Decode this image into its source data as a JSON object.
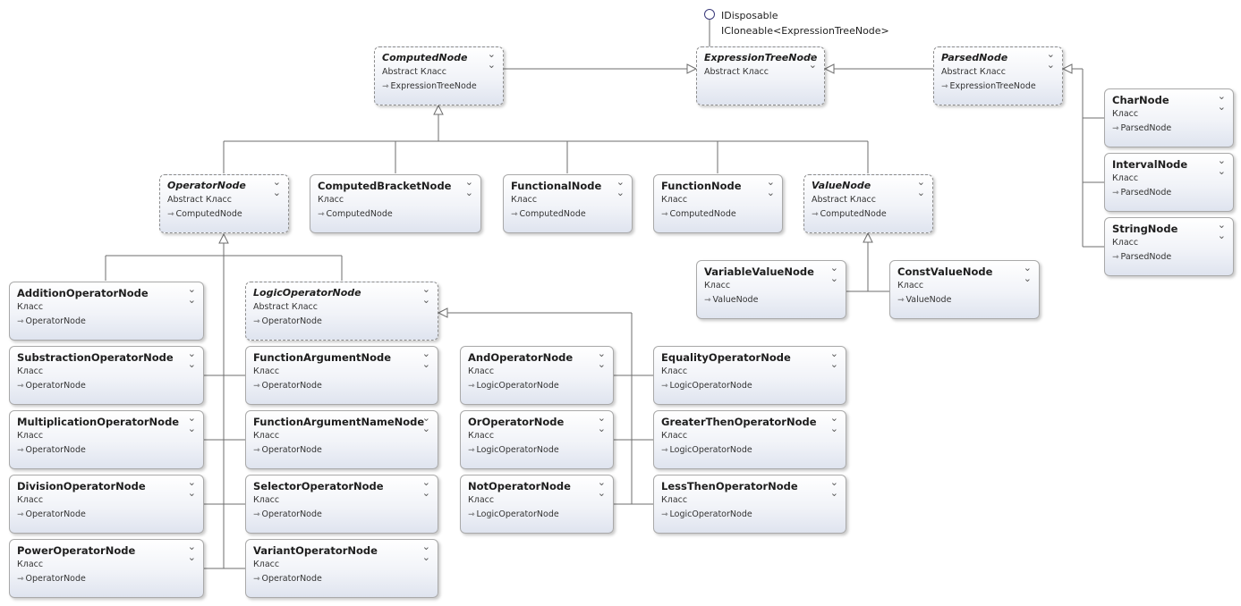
{
  "interfaces": [
    "IDisposable",
    "ICloneable<ExpressionTreeNode>"
  ],
  "nodes": [
    {
      "id": "expressiontreenode",
      "name": "ExpressionTreeNode",
      "kind": "Abstract Класс",
      "base": "",
      "abstract": true
    },
    {
      "id": "computednode",
      "name": "ComputedNode",
      "kind": "Abstract Класс",
      "base": "ExpressionTreeNode",
      "abstract": true
    },
    {
      "id": "parsednode",
      "name": "ParsedNode",
      "kind": "Abstract Класс",
      "base": "ExpressionTreeNode",
      "abstract": true
    },
    {
      "id": "charnode",
      "name": "CharNode",
      "kind": "Класс",
      "base": "ParsedNode",
      "abstract": false
    },
    {
      "id": "intervalnode",
      "name": "IntervalNode",
      "kind": "Класс",
      "base": "ParsedNode",
      "abstract": false
    },
    {
      "id": "stringnode",
      "name": "StringNode",
      "kind": "Класс",
      "base": "ParsedNode",
      "abstract": false
    },
    {
      "id": "operatornode",
      "name": "OperatorNode",
      "kind": "Abstract Класс",
      "base": "ComputedNode",
      "abstract": true
    },
    {
      "id": "computedbracketnode",
      "name": "ComputedBracketNode",
      "kind": "Класс",
      "base": "ComputedNode",
      "abstract": false
    },
    {
      "id": "functionalnode",
      "name": "FunctionalNode",
      "kind": "Класс",
      "base": "ComputedNode",
      "abstract": false
    },
    {
      "id": "functionnode",
      "name": "FunctionNode",
      "kind": "Класс",
      "base": "ComputedNode",
      "abstract": false
    },
    {
      "id": "valuenode",
      "name": "ValueNode",
      "kind": "Abstract Класс",
      "base": "ComputedNode",
      "abstract": true
    },
    {
      "id": "variablevaluenode",
      "name": "VariableValueNode",
      "kind": "Класс",
      "base": "ValueNode",
      "abstract": false
    },
    {
      "id": "constvaluenode",
      "name": "ConstValueNode",
      "kind": "Класс",
      "base": "ValueNode",
      "abstract": false
    },
    {
      "id": "additionoperatornode",
      "name": "AdditionOperatorNode",
      "kind": "Класс",
      "base": "OperatorNode",
      "abstract": false
    },
    {
      "id": "substractionoperatornode",
      "name": "SubstractionOperatorNode",
      "kind": "Класс",
      "base": "OperatorNode",
      "abstract": false
    },
    {
      "id": "multiplicationoperatornode",
      "name": "MultiplicationOperatorNode",
      "kind": "Класс",
      "base": "OperatorNode",
      "abstract": false
    },
    {
      "id": "divisionoperatornode",
      "name": "DivisionOperatorNode",
      "kind": "Класс",
      "base": "OperatorNode",
      "abstract": false
    },
    {
      "id": "poweroperatornode",
      "name": "PowerOperatorNode",
      "kind": "Класс",
      "base": "OperatorNode",
      "abstract": false
    },
    {
      "id": "logicoperatornode",
      "name": "LogicOperatorNode",
      "kind": "Abstract Класс",
      "base": "OperatorNode",
      "abstract": true
    },
    {
      "id": "functionargumentnode",
      "name": "FunctionArgumentNode",
      "kind": "Класс",
      "base": "OperatorNode",
      "abstract": false
    },
    {
      "id": "functionargumentnamenode",
      "name": "FunctionArgumentNameNode",
      "kind": "Класс",
      "base": "OperatorNode",
      "abstract": false
    },
    {
      "id": "selectoroperatornode",
      "name": "SelectorOperatorNode",
      "kind": "Класс",
      "base": "OperatorNode",
      "abstract": false
    },
    {
      "id": "variantoperatornode",
      "name": "VariantOperatorNode",
      "kind": "Класс",
      "base": "OperatorNode",
      "abstract": false
    },
    {
      "id": "andoperatornode",
      "name": "AndOperatorNode",
      "kind": "Класс",
      "base": "LogicOperatorNode",
      "abstract": false
    },
    {
      "id": "oroperatornode",
      "name": "OrOperatorNode",
      "kind": "Класс",
      "base": "LogicOperatorNode",
      "abstract": false
    },
    {
      "id": "notoperatornode",
      "name": "NotOperatorNode",
      "kind": "Класс",
      "base": "LogicOperatorNode",
      "abstract": false
    },
    {
      "id": "equalityoperatornode",
      "name": "EqualityOperatorNode",
      "kind": "Класс",
      "base": "LogicOperatorNode",
      "abstract": false
    },
    {
      "id": "greaterthenoperatornode",
      "name": "GreaterThenOperatorNode",
      "kind": "Класс",
      "base": "LogicOperatorNode",
      "abstract": false
    },
    {
      "id": "lessthenoperatornode",
      "name": "LessThenOperatorNode",
      "kind": "Класс",
      "base": "LogicOperatorNode",
      "abstract": false
    }
  ]
}
